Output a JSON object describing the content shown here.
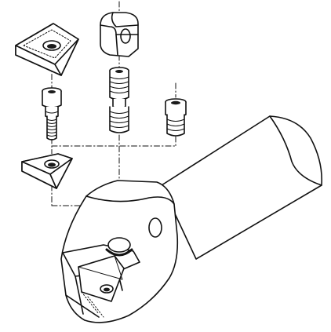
{
  "diagram": {
    "colors": {
      "line": "#111111",
      "fill": "#ffffff",
      "shade": "#cfcfcf",
      "dark": "#1a1a1a"
    },
    "parts": [
      {
        "name": "triangular-insert-top",
        "icon": "triangle-insert"
      },
      {
        "name": "clamp-head",
        "icon": "clamp-block"
      },
      {
        "name": "insert-screw",
        "icon": "screw"
      },
      {
        "name": "clamp-screw",
        "icon": "threaded-stud"
      },
      {
        "name": "shim-screw",
        "icon": "sleeve-screw"
      },
      {
        "name": "triangular-shim",
        "icon": "triangle-shim"
      },
      {
        "name": "tool-holder-bar",
        "icon": "boring-bar"
      }
    ]
  }
}
